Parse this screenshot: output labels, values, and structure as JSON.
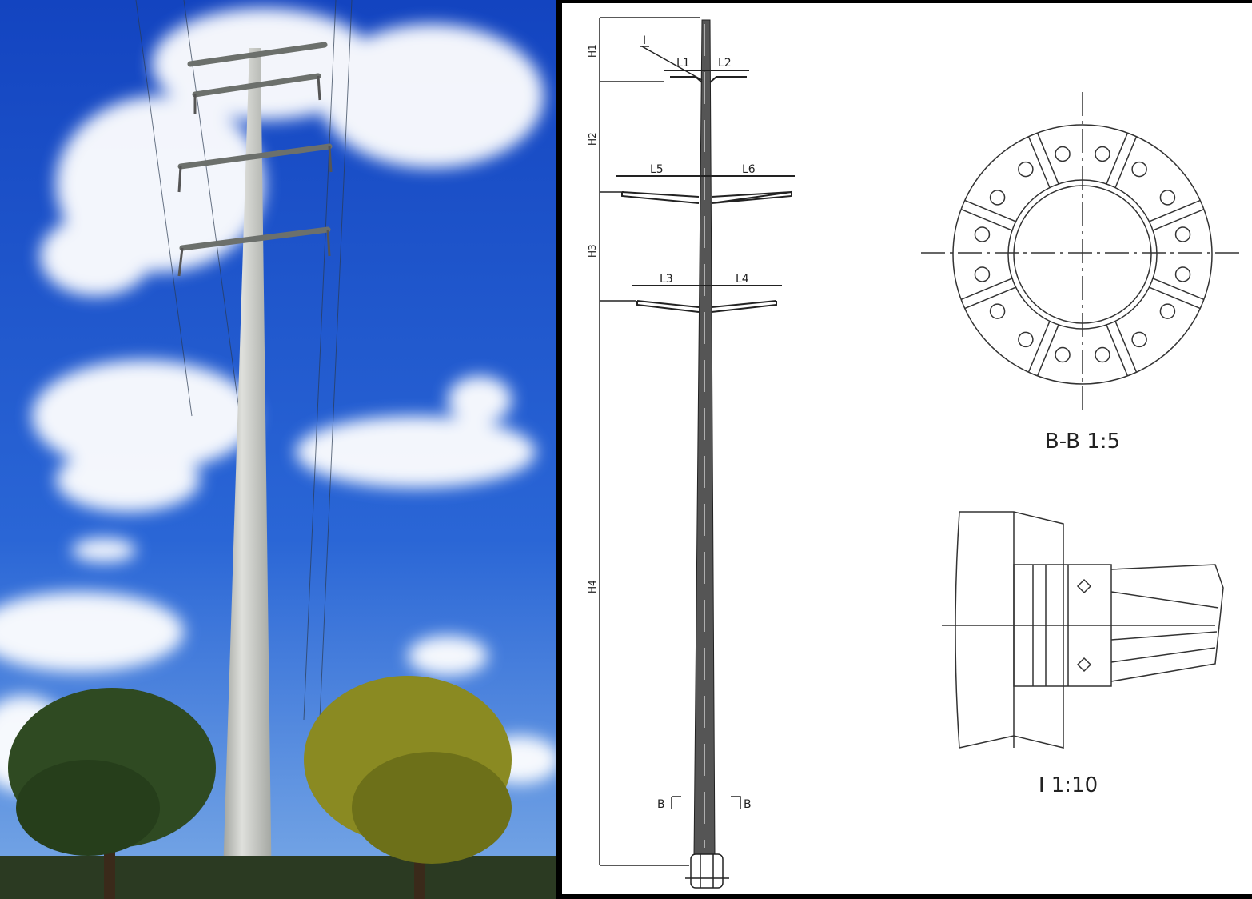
{
  "photo": {
    "colors": {
      "sky_top": "#1746c4",
      "sky_bottom": "#5f97e0",
      "pole": "#c9cbc6",
      "tree_dark": "#2f4a22",
      "tree_yellow": "#8a8a22"
    }
  },
  "drawing": {
    "elevation": {
      "detail_marker": "I",
      "arm_labels": [
        "L1",
        "L2",
        "L5",
        "L6",
        "L3",
        "L4"
      ],
      "height_labels": [
        "H1",
        "H2",
        "H3",
        "H4"
      ],
      "section_marks": [
        "B",
        "B"
      ]
    },
    "section_view": {
      "caption": "B-B 1:5"
    },
    "detail_view": {
      "caption": "I 1:10"
    }
  }
}
